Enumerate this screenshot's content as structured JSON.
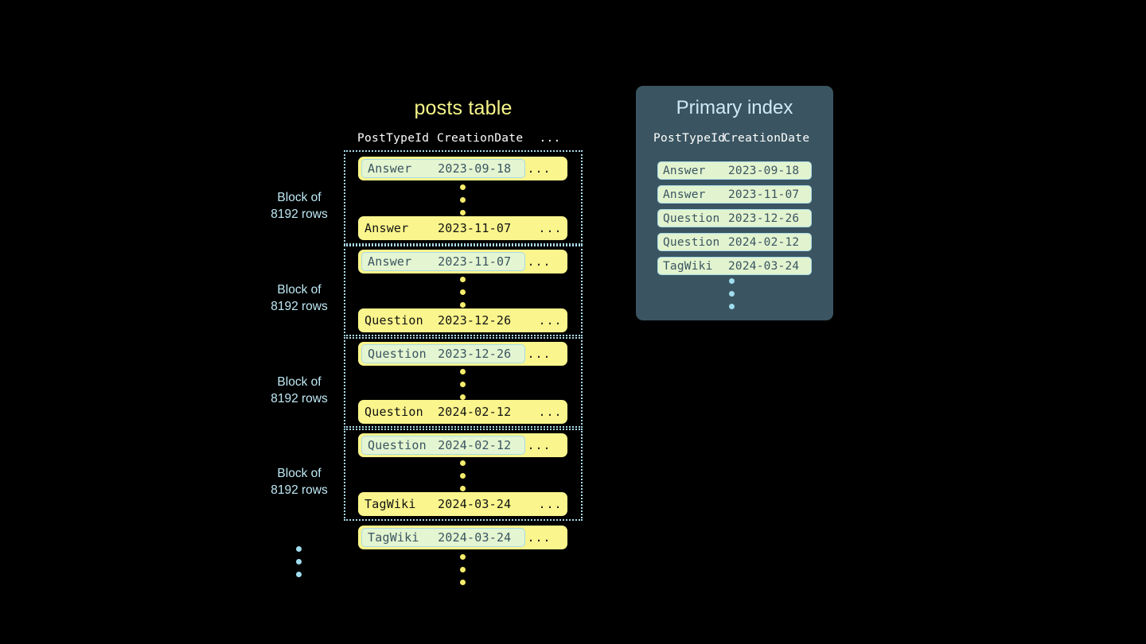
{
  "posts_table": {
    "title": "posts table",
    "columns": [
      "PostTypeId",
      "CreationDate",
      "..."
    ],
    "ellipsis_label": "...",
    "block_label_line1": "Block of",
    "block_label_line2": "8192 rows",
    "blocks": [
      {
        "label_line1": "Block of",
        "label_line2": "8192 rows",
        "first_row": {
          "post_type_id": "Answer",
          "creation_date": "2023-09-18",
          "more": "...",
          "highlighted": true
        },
        "last_row": {
          "post_type_id": "Answer",
          "creation_date": "2023-11-07",
          "more": "...",
          "highlighted": false
        }
      },
      {
        "label_line1": "Block of",
        "label_line2": "8192 rows",
        "first_row": {
          "post_type_id": "Answer",
          "creation_date": "2023-11-07",
          "more": "...",
          "highlighted": true
        },
        "last_row": {
          "post_type_id": "Question",
          "creation_date": "2023-12-26",
          "more": "...",
          "highlighted": false
        }
      },
      {
        "label_line1": "Block of",
        "label_line2": "8192 rows",
        "first_row": {
          "post_type_id": "Question",
          "creation_date": "2023-12-26",
          "more": "...",
          "highlighted": true
        },
        "last_row": {
          "post_type_id": "Question",
          "creation_date": "2024-02-12",
          "more": "...",
          "highlighted": false
        }
      },
      {
        "label_line1": "Block of",
        "label_line2": "8192 rows",
        "first_row": {
          "post_type_id": "Question",
          "creation_date": "2024-02-12",
          "more": "...",
          "highlighted": true
        },
        "last_row": {
          "post_type_id": "TagWiki",
          "creation_date": "2024-03-24",
          "more": "...",
          "highlighted": false
        }
      }
    ],
    "trailing_row": {
      "post_type_id": "TagWiki",
      "creation_date": "2024-03-24",
      "more": "...",
      "highlighted": true
    }
  },
  "primary_index": {
    "title": "Primary index",
    "columns": [
      "PostTypeId",
      "CreationDate"
    ],
    "rows": [
      {
        "post_type_id": "Answer",
        "creation_date": "2023-09-18"
      },
      {
        "post_type_id": "Answer",
        "creation_date": "2023-11-07"
      },
      {
        "post_type_id": "Question",
        "creation_date": "2023-12-26"
      },
      {
        "post_type_id": "Question",
        "creation_date": "2024-02-12"
      },
      {
        "post_type_id": "TagWiki",
        "creation_date": "2024-03-24"
      }
    ]
  },
  "colors": {
    "background": "#000000",
    "row_yellow": "#faf58c",
    "highlight_green": "#e4f5d2",
    "accent_blue": "#a9dbe9",
    "panel_slate": "#3a5561",
    "title_yellow": "#f5f58a",
    "title_blue": "#cfe9f5",
    "dot_yellow": "#f5ec6e",
    "dot_blue": "#9fdcee"
  }
}
